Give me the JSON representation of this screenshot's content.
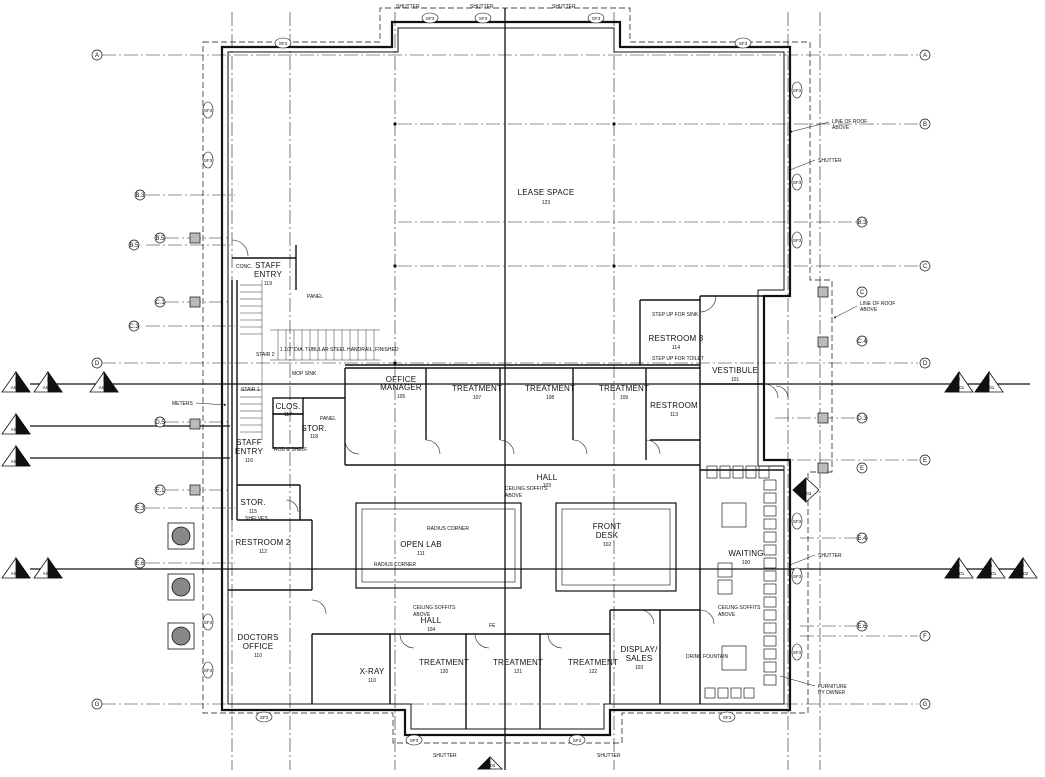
{
  "rooms": {
    "lease_space": {
      "name": "LEASE SPACE",
      "num": "123"
    },
    "staff_entry_top": {
      "name": "STAFF",
      "name2": "ENTRY",
      "num": "119"
    },
    "office_manager": {
      "name": "OFFICE",
      "name2": "MANAGER",
      "num": "105"
    },
    "treatment_107": {
      "name": "TREATMENT",
      "num": "107"
    },
    "treatment_108": {
      "name": "TREATMENT",
      "num": "108"
    },
    "treatment_109": {
      "name": "TREATMENT",
      "num": "109"
    },
    "restroom_3": {
      "name": "RESTROOM 3",
      "num": "114"
    },
    "vestibule": {
      "name": "VESTIBULE",
      "num": "101"
    },
    "restroom_upper": {
      "name": "RESTROOM",
      "num": "113"
    },
    "clos": {
      "name": "CLOS.",
      "num": "117"
    },
    "stor_upper": {
      "name": "STOR.",
      "num": "118"
    },
    "staff_entry_low": {
      "name": "STAFF",
      "name2": "ENTRY",
      "num": "116"
    },
    "stor_lower": {
      "name": "STOR.",
      "num": "115"
    },
    "restroom_2": {
      "name": "RESTROOM 2",
      "num": "112"
    },
    "hall_upper": {
      "name": "HALL",
      "num": "103"
    },
    "open_lab": {
      "name": "OPEN LAB",
      "num": "111"
    },
    "front_desk": {
      "name": "FRONT",
      "name2": "DESK",
      "num": "102"
    },
    "waiting": {
      "name": "WAITING",
      "num": "100"
    },
    "doctors_office": {
      "name": "DOCTORS",
      "name2": "OFFICE",
      "num": "110"
    },
    "hall_lower": {
      "name": "HALL",
      "num": "104"
    },
    "xray": {
      "name": "X-RAY",
      "num": "110"
    },
    "treatment_120": {
      "name": "TREATMENT",
      "num": "120"
    },
    "treatment_121": {
      "name": "TREATMENT",
      "num": "121"
    },
    "treatment_122": {
      "name": "TREATMENT",
      "num": "122"
    },
    "display_sales": {
      "name": "DISPLAY/",
      "name2": "SALES",
      "num": "103"
    }
  },
  "notes": {
    "shutter": "SHUTTER",
    "line_of_roof": "LINE OF ROOF",
    "above": "ABOVE",
    "panel": "PANEL",
    "stair2": "STAIR 2",
    "stair1": "STAIR 1",
    "handrail": "1 1/2\" DIA. TUBULAR STEEL HANDRAIL, FINISHED",
    "mop_sink": "MOP SINK",
    "meters": "METERS",
    "shelf": "ROD & SHELF",
    "shelves": "SHELVES",
    "ceiling_soffits": "CEILING SOFFITS",
    "radius_corner": "RADIUS CORNER",
    "step_up_sink": "STEP UP FOR SINK",
    "step_up_toilet": "STEP UP FOR TOILET",
    "drink_fountain": "DRINK FOUNTAIN",
    "furniture": "FURNITURE",
    "by_owner": "BY OWNER",
    "fe": "FE",
    "conc": "CONC."
  },
  "grid_lines": {
    "A": "A",
    "B": "B",
    "B3": "B.3",
    "C": "C",
    "C4": "C.4",
    "D": "D",
    "D3": "D.3",
    "E": "E",
    "E4": "E.4",
    "E6": "E.6",
    "F": "F",
    "G": "G",
    "B5": "B.5",
    "C1": "C.1",
    "C3": "C.3",
    "D5": "D.5",
    "E1": "E.1",
    "E3": "E.3"
  },
  "section_tags": {
    "a501": "A501",
    "a502": "A502",
    "a503": "A503",
    "a504": "A504",
    "n1": "1",
    "n2": "2",
    "n3": "3",
    "n4": "4"
  },
  "wall_tag": "SF3",
  "colors": {
    "line": "#111111",
    "hatch": "#555555",
    "paper": "#ffffff"
  }
}
